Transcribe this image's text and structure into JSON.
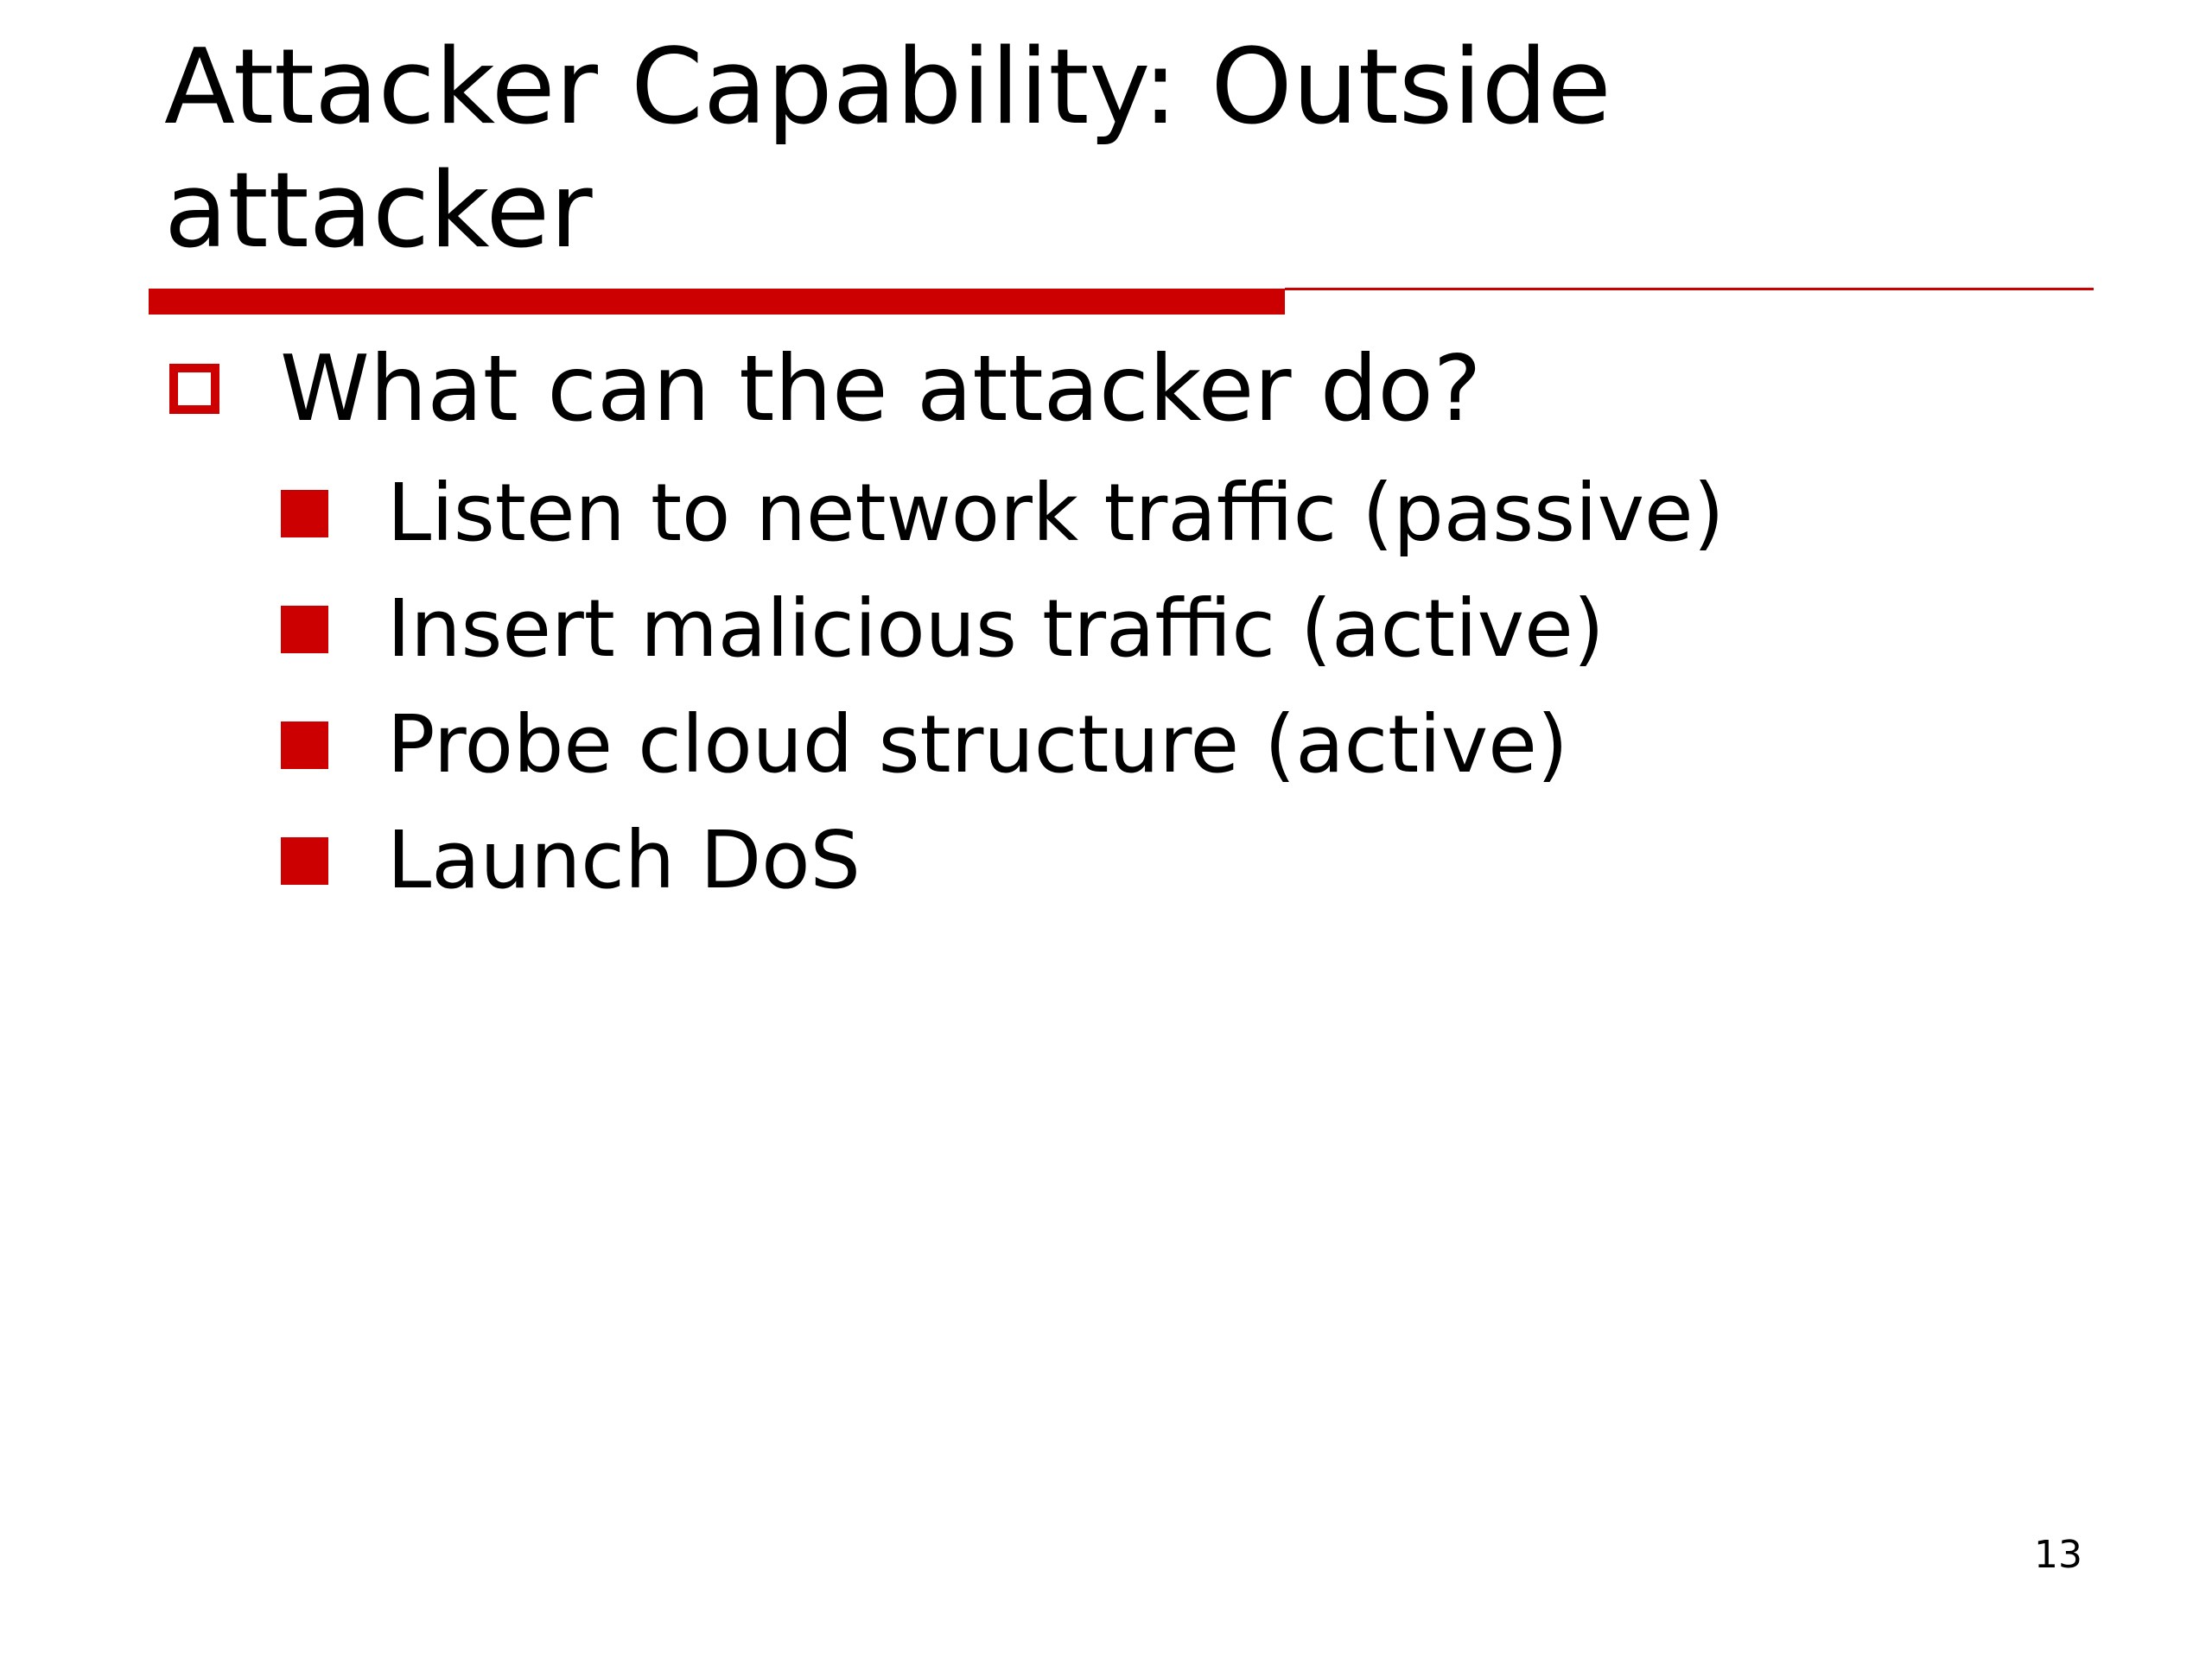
{
  "slide": {
    "title": "Attacker Capability: Outside attacker",
    "bullet": {
      "text": "What can the attacker do?",
      "sub_bullets": [
        "Listen to network traffic (passive)",
        "Insert malicious traffic (active)",
        "Probe cloud structure (active)",
        "Launch DoS"
      ]
    },
    "page_number": "13",
    "accent_color": "#cc0000"
  }
}
